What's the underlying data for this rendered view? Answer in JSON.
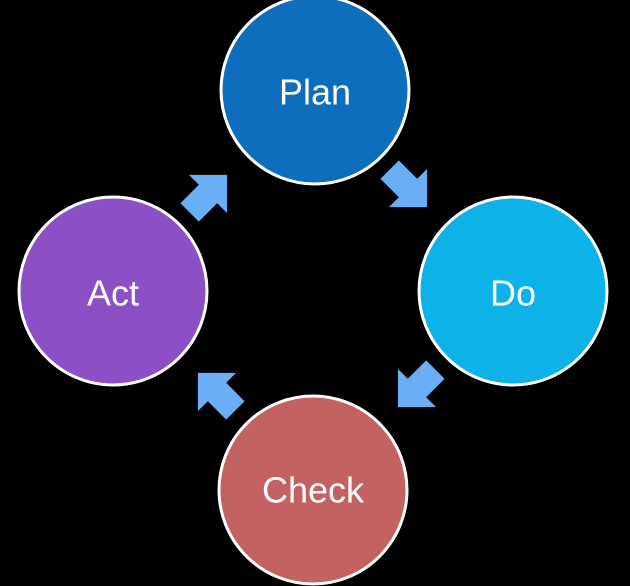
{
  "title": "PDCA cycle",
  "nodes": [
    {
      "id": "plan",
      "label": "Plan",
      "color": "#0d6ebd"
    },
    {
      "id": "do",
      "label": "Do",
      "color": "#0db3e8"
    },
    {
      "id": "check",
      "label": "Check",
      "color": "#c46262"
    },
    {
      "id": "act",
      "label": "Act",
      "color": "#8c4fc6"
    }
  ],
  "arrow_color": "#6aaef5",
  "edges": [
    {
      "from": "plan",
      "to": "do"
    },
    {
      "from": "do",
      "to": "check"
    },
    {
      "from": "check",
      "to": "act"
    },
    {
      "from": "act",
      "to": "plan"
    }
  ]
}
